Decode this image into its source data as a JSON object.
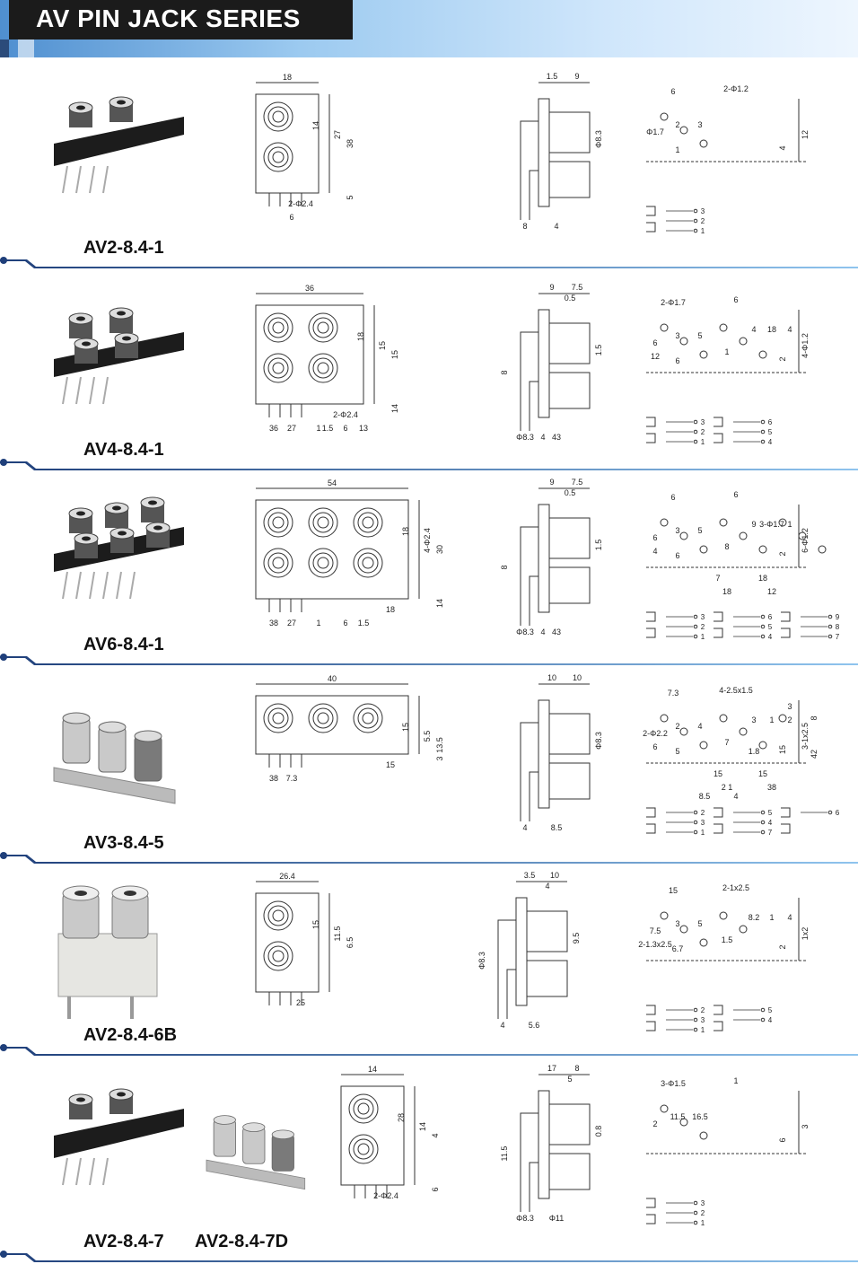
{
  "header": {
    "title": "AV PIN JACK SERIES"
  },
  "colors": {
    "title_bg": "#1b1b1b",
    "title_text": "#ffffff",
    "band_start": "#4f8fd0",
    "band_end": "#eef6fe",
    "separator": "#1f3f7a",
    "jack_body": "#1c1c1c",
    "jack_white_body": "#e6e6e2",
    "metal": "#c9c9c9"
  },
  "products": [
    {
      "model": "AV2-8.4-1",
      "icon": "rca-jack-2-black-photo",
      "dims_front": [
        "18",
        "2-Φ2.4",
        "14",
        "27",
        "38",
        "5",
        "6"
      ],
      "dims_side": [
        "1.5",
        "9",
        "Φ8.3",
        "8",
        "4"
      ],
      "dims_pcb": [
        "6",
        "2-Φ1.2",
        "Φ1.7",
        "12",
        "4",
        "2",
        "3",
        "1"
      ],
      "pins": [
        "3",
        "2",
        "1"
      ]
    },
    {
      "model": "AV4-8.4-1",
      "icon": "rca-jack-4-black-photo",
      "dims_front": [
        "36",
        "2-Φ2.4",
        "18",
        "15",
        "15",
        "14",
        "27",
        "36",
        "1",
        "6",
        "13",
        "1.5"
      ],
      "dims_side": [
        "9",
        "7.5",
        "1.5",
        "Φ8.3",
        "43",
        "0.5",
        "8",
        "4"
      ],
      "dims_pcb": [
        "2-Φ1.7",
        "6",
        "6",
        "4-Φ1.2",
        "2",
        "3",
        "5",
        "6",
        "1",
        "4",
        "18",
        "4",
        "12"
      ],
      "pins": [
        "3",
        "2",
        "1",
        "6",
        "5",
        "4"
      ]
    },
    {
      "model": "AV6-8.4-1",
      "icon": "rca-jack-6-black-photo",
      "dims_front": [
        "54",
        "18",
        "18",
        "4-Φ2.4",
        "30",
        "14",
        "27",
        "38",
        "1",
        "6",
        "1.5"
      ],
      "dims_side": [
        "9",
        "7.5",
        "1.5",
        "Φ8.3",
        "43",
        "0.5",
        "8",
        "4"
      ],
      "dims_pcb": [
        "6",
        "6",
        "6",
        "6-Φ1.2",
        "2",
        "3",
        "5",
        "6",
        "8",
        "9",
        "3-Φ1.7",
        "1",
        "4",
        "7",
        "18",
        "18",
        "12"
      ],
      "pins": [
        "3",
        "2",
        "1",
        "6",
        "5",
        "4",
        "9",
        "8",
        "7"
      ]
    },
    {
      "model": "AV3-8.4-5",
      "icon": "rca-jack-3-metal-photo",
      "dims_front": [
        "40",
        "15",
        "15",
        "5.5",
        "13.5",
        "3",
        "7.3",
        "38"
      ],
      "dims_side": [
        "10",
        "10",
        "Φ8.3",
        "4",
        "8.5"
      ],
      "dims_pcb": [
        "7.3",
        "4-2.5x1.5",
        "2-Φ2.2",
        "3-1x2.5",
        "15",
        "2",
        "4",
        "5",
        "7",
        "3",
        "1",
        "2",
        "6",
        "15",
        "15",
        "2 1",
        "38",
        "42",
        "8",
        "3",
        "1.8",
        "4",
        "8.5"
      ],
      "pins": [
        "2",
        "3",
        "1",
        "5",
        "4",
        "7",
        "6"
      ]
    },
    {
      "model": "AV2-8.4-6B",
      "icon": "rca-jack-2-white-photo",
      "dims_front": [
        "26.4",
        "25",
        "15",
        "11.5",
        "6.5"
      ],
      "dims_side": [
        "3.5",
        "10",
        "9.5",
        "4",
        "5.6",
        "4",
        "Φ8.3"
      ],
      "dims_pcb": [
        "15",
        "2-1x2.5",
        "7.5",
        "1x2",
        "2",
        "3",
        "5",
        "6.7",
        "1.5",
        "8.2",
        "1",
        "4",
        "2-1.3x2.5"
      ],
      "pins": [
        "2",
        "3",
        "1",
        "5",
        "4"
      ]
    },
    {
      "model": "AV2-8.4-7",
      "model2": "AV2-8.4-7D",
      "icon": "rca-jack-2-vertical-photo",
      "dims_front": [
        "14",
        "2-Φ2.4",
        "28",
        "14",
        "4",
        "6"
      ],
      "dims_side": [
        "17",
        "8",
        "0.8",
        "Φ8.3",
        "Φ11",
        "5",
        "11.5"
      ],
      "dims_pcb": [
        "3-Φ1.5",
        "1",
        "2",
        "3",
        "6",
        "11.5",
        "16.5"
      ],
      "pins": [
        "3",
        "2",
        "1"
      ]
    }
  ]
}
